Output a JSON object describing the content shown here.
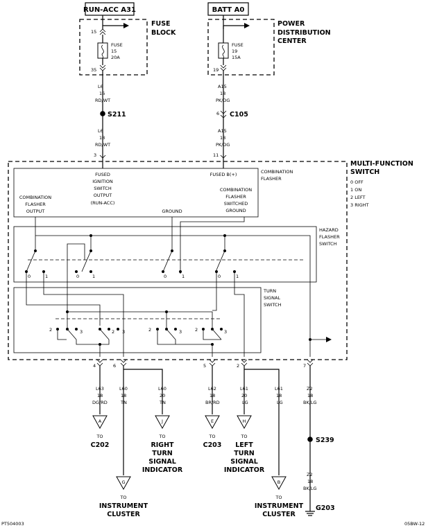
{
  "header": {
    "run_acc": "RUN-ACC A31",
    "batt": "BATT A0"
  },
  "fuse_block": {
    "title_1": "FUSE",
    "title_2": "BLOCK",
    "pin_in": "15",
    "pin_out": "35",
    "fuse_label": "FUSE",
    "fuse_num": "15",
    "fuse_amp": "20A"
  },
  "pdc": {
    "title_1": "POWER",
    "title_2": "DISTRIBUTION",
    "title_3": "CENTER",
    "pin_out": "19",
    "fuse_label": "FUSE",
    "fuse_num": "19",
    "fuse_amp": "15A"
  },
  "wires": {
    "l6_a": "L6",
    "l6_a_ga": "16",
    "l6_a_col": "RD/WT",
    "s211": "S211",
    "l6_b": "L6",
    "l6_b_ga": "18",
    "l6_b_col": "RD/WT",
    "a15_a": "A15",
    "a15_a_ga": "18",
    "a15_a_col": "PK/DG",
    "c105_pin": "6",
    "c105": "C105",
    "a15_b": "A15",
    "a15_b_ga": "18",
    "a15_b_col": "PK/DG",
    "pin3": "3",
    "pin11": "11"
  },
  "mfs": {
    "title_1": "MULTI-FUNCTION",
    "title_2": "SWITCH",
    "pos0": "0 OFF",
    "pos1": "1 ON",
    "pos2": "2 LEFT",
    "pos3": "3 RIGHT",
    "comb_flasher_1": "COMBINATION",
    "comb_flasher_2": "FLASHER",
    "fused_1": "FUSED",
    "fused_2": "IGNITION",
    "fused_3": "SWITCH",
    "fused_4": "OUTPUT",
    "fused_5": "(RUN-ACC)",
    "fused_b": "FUSED B(+)",
    "cfo_1": "COMBINATION",
    "cfo_2": "FLASHER",
    "cfo_3": "OUTPUT",
    "ground": "GROUND",
    "cfsg_1": "COMBINATION",
    "cfsg_2": "FLASHER",
    "cfsg_3": "SWITCHED",
    "cfsg_4": "GROUND",
    "hazard_1": "HAZARD",
    "hazard_2": "FLASHER",
    "hazard_3": "SWITCH",
    "turn_1": "TURN",
    "turn_2": "SIGNAL",
    "turn_3": "SWITCH",
    "n0": "0",
    "n1": "1",
    "n2": "2",
    "n3": "3"
  },
  "outputs": {
    "pin4": "4",
    "pin6": "6",
    "pin5": "5",
    "pin2": "2",
    "pin7": "7",
    "l63": "L63",
    "l63_ga": "18",
    "l63_col": "DG/RD",
    "l60a": "L60",
    "l60a_ga": "18",
    "l60a_col": "TN",
    "l60b": "L60",
    "l60b_ga": "20",
    "l60b_col": "TN",
    "l62": "L62",
    "l62_ga": "18",
    "l62_col": "BR/RD",
    "l61a": "L61",
    "l61a_ga": "20",
    "l61a_col": "LG",
    "l61b": "L61",
    "l61b_ga": "18",
    "l61b_col": "LG",
    "z2": "Z2",
    "z2_ga": "18",
    "z2_col": "BK/LG",
    "z2b": "Z2",
    "z2b_ga": "18",
    "z2b_col": "BK/LG",
    "s239": "S239",
    "g203": "G203"
  },
  "destinations": {
    "a_letter": "A",
    "a_to": "TO",
    "a_dest": "C202",
    "j_letter": "J",
    "j_to": "TO",
    "j_dest_1": "RIGHT",
    "j_dest_2": "TURN",
    "j_dest_3": "SIGNAL",
    "j_dest_4": "INDICATOR",
    "e_letter": "E",
    "e_to": "TO",
    "e_dest": "C203",
    "h_letter": "H",
    "h_to": "TO",
    "h_dest_1": "LEFT",
    "h_dest_2": "TURN",
    "h_dest_3": "SIGNAL",
    "h_dest_4": "INDICATOR",
    "g_letter": "G",
    "g_to": "TO",
    "g_dest_1": "INSTRUMENT",
    "g_dest_2": "CLUSTER",
    "b_letter": "B",
    "b_to": "TO",
    "b_dest_1": "INSTRUMENT",
    "b_dest_2": "CLUSTER"
  },
  "footer": {
    "left": "PT504003",
    "right": "05BW-12"
  }
}
